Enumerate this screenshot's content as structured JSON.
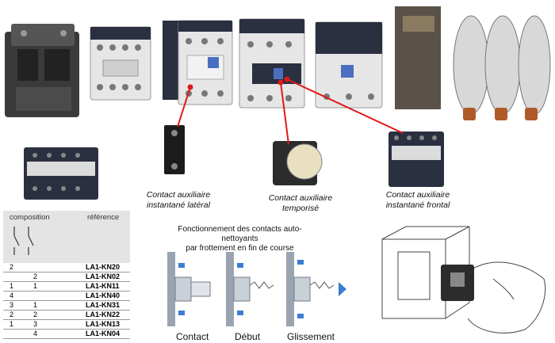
{
  "captions": {
    "lateral": [
      "Contact auxiliaire",
      "instantané latéral"
    ],
    "tempo": [
      "Contact auxiliaire",
      "temporisé"
    ],
    "frontal": [
      "Contact auxiliaire",
      "instantané frontal"
    ]
  },
  "table": {
    "header_composition": "composition",
    "header_reference": "référence",
    "rows": [
      {
        "a": "2",
        "b": "",
        "ref": "LA1-KN20"
      },
      {
        "a": "",
        "b": "2",
        "ref": "LA1-KN02"
      },
      {
        "a": "1",
        "b": "1",
        "ref": "LA1-KN11"
      },
      {
        "a": "4",
        "b": "",
        "ref": "LA1-KN40"
      },
      {
        "a": "3",
        "b": "1",
        "ref": "LA1-KN31"
      },
      {
        "a": "2",
        "b": "2",
        "ref": "LA1-KN22"
      },
      {
        "a": "1",
        "b": "3",
        "ref": "LA1-KN13"
      },
      {
        "a": "",
        "b": "4",
        "ref": "LA1-KN04"
      }
    ]
  },
  "functioning": {
    "title_line1": "Fonctionnement des contacts auto-nettoyants",
    "title_line2": "par frottement en fin de course",
    "steps": [
      "Contact",
      "Début",
      "Glissement"
    ]
  },
  "colors": {
    "arrow": "#e01818",
    "contactor_white": "#e8e8e8",
    "contactor_dark": "#2a3040",
    "contactor_blue": "#4a6fc0",
    "spring_blue": "#3c7dd0",
    "coil_copper": "#b05a2a"
  }
}
